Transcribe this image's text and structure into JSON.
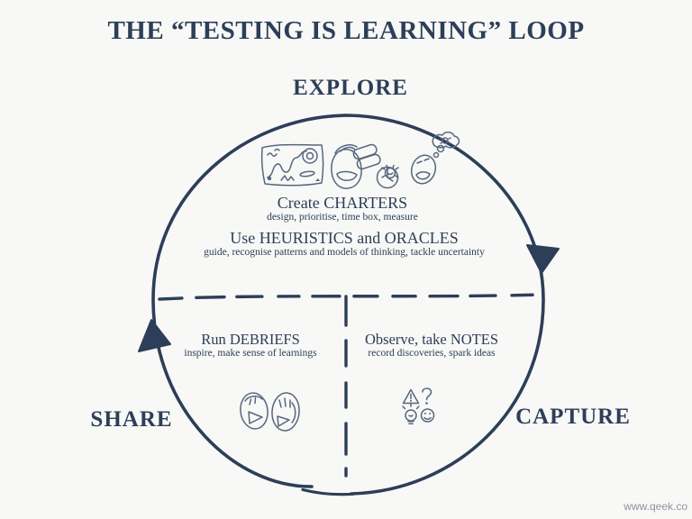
{
  "diagram": {
    "title": "THE “TESTING IS LEARNING” LOOP",
    "phases": {
      "explore": "EXPLORE",
      "share": "SHARE",
      "capture": "CAPTURE"
    },
    "sections": {
      "charters": {
        "heading": "Create CHARTERS",
        "sub": "design, prioritise, time box, measure"
      },
      "heuristics": {
        "heading": "Use HEURISTICS and ORACLES",
        "sub": "guide, recognise patterns and models of thinking, tackle uncertainty"
      },
      "debriefs": {
        "heading": "Run DEBRIEFS",
        "sub": "inspire, make sense of learnings"
      },
      "notes": {
        "heading": "Observe, take NOTES",
        "sub": "record discoveries, spark ideas"
      }
    },
    "icons": [
      "map-icon",
      "explorer-binoculars-clock-icon",
      "think-of-bugs-icon",
      "debrief-bubbles-icon",
      "warning-icon",
      "question-icon",
      "lightbulb-icon",
      "smiley-icon"
    ],
    "colors": {
      "ink": "#2d3e58",
      "doodle": "#56677f",
      "background": "#f8f8f6",
      "watermark": "#8b93a3"
    },
    "watermark": "www.qeek.co"
  }
}
